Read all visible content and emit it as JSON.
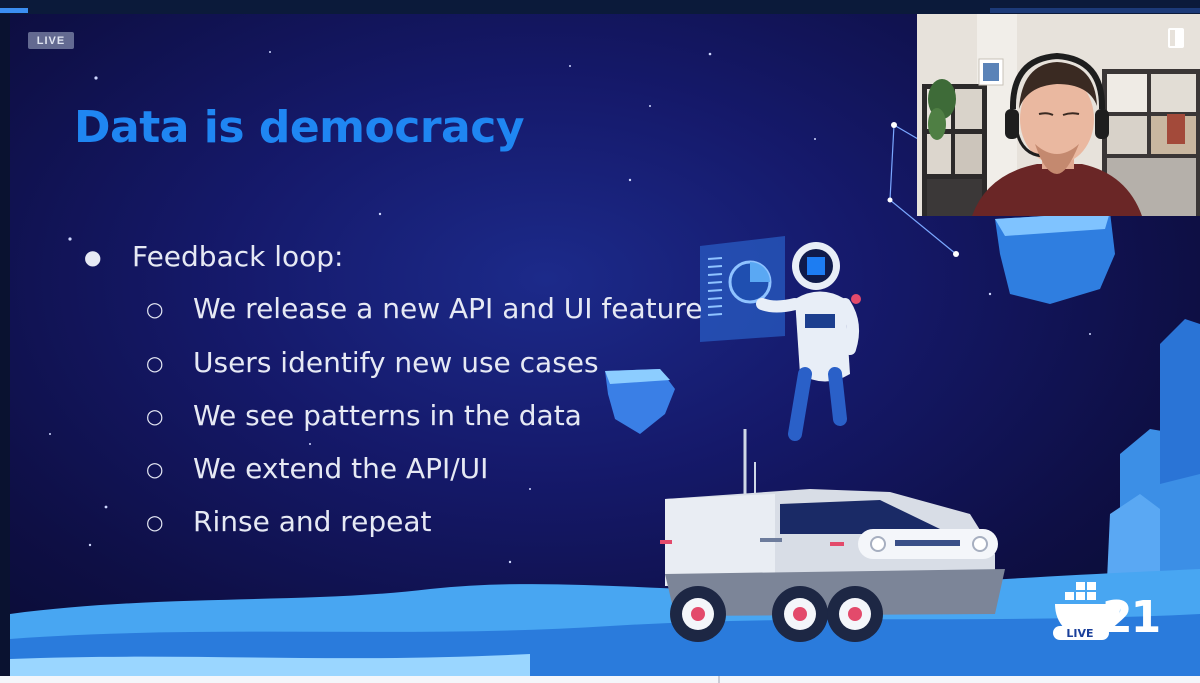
{
  "stream": {
    "live_badge": "LIVE"
  },
  "slide": {
    "title": "Data is democracy",
    "bullets": [
      {
        "level": 1,
        "marker": "●",
        "text": "Feedback loop:"
      },
      {
        "level": 2,
        "marker": "○",
        "text": "We release a new API and UI feature"
      },
      {
        "level": 2,
        "marker": "○",
        "text": "Users identify new use cases"
      },
      {
        "level": 2,
        "marker": "○",
        "text": "We see patterns in the data"
      },
      {
        "level": 2,
        "marker": "○",
        "text": "We extend the API/UI"
      },
      {
        "level": 2,
        "marker": "○",
        "text": "Rinse and repeat"
      }
    ]
  },
  "brand": {
    "logo_word": "LIVE",
    "logo_number": "21"
  },
  "icons": {
    "camera_toggle": "layout-toggle-icon"
  },
  "colors": {
    "title": "#1f86f2",
    "bullet_text": "#e6e9f4",
    "background": "#15196a"
  }
}
